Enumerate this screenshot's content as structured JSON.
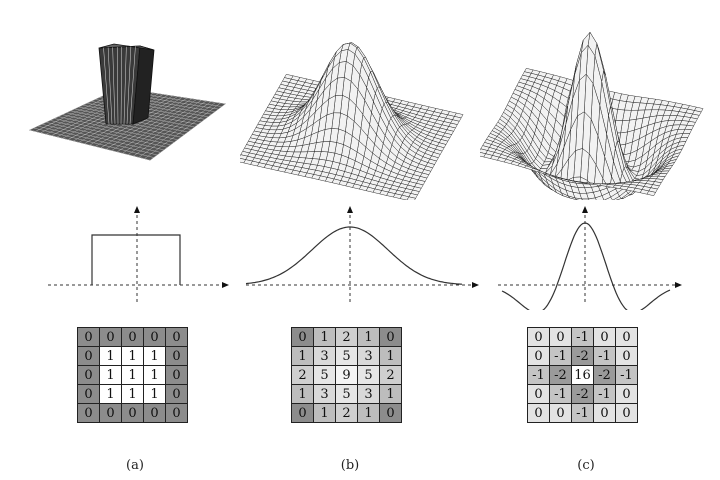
{
  "panels": [
    {
      "caption": "(a)",
      "kernel": [
        [
          0,
          0,
          0,
          0,
          0
        ],
        [
          0,
          1,
          1,
          1,
          0
        ],
        [
          0,
          1,
          1,
          1,
          0
        ],
        [
          0,
          1,
          1,
          1,
          0
        ],
        [
          0,
          0,
          0,
          0,
          0
        ]
      ],
      "cell_colors": [
        [
          "#8c8c8c",
          "#8c8c8c",
          "#8c8c8c",
          "#8c8c8c",
          "#8c8c8c"
        ],
        [
          "#8c8c8c",
          "#ffffff",
          "#ffffff",
          "#ffffff",
          "#8c8c8c"
        ],
        [
          "#8c8c8c",
          "#ffffff",
          "#ffffff",
          "#ffffff",
          "#8c8c8c"
        ],
        [
          "#8c8c8c",
          "#ffffff",
          "#ffffff",
          "#ffffff",
          "#8c8c8c"
        ],
        [
          "#8c8c8c",
          "#8c8c8c",
          "#8c8c8c",
          "#8c8c8c",
          "#8c8c8c"
        ]
      ]
    },
    {
      "caption": "(b)",
      "kernel": [
        [
          0,
          1,
          2,
          1,
          0
        ],
        [
          1,
          3,
          5,
          3,
          1
        ],
        [
          2,
          5,
          9,
          5,
          2
        ],
        [
          1,
          3,
          5,
          3,
          1
        ],
        [
          0,
          1,
          2,
          1,
          0
        ]
      ],
      "cell_colors": [
        [
          "#8c8c8c",
          "#bdbdbd",
          "#cfcfcf",
          "#bdbdbd",
          "#8c8c8c"
        ],
        [
          "#bdbdbd",
          "#d9d9d9",
          "#e6e6e6",
          "#d9d9d9",
          "#bdbdbd"
        ],
        [
          "#cfcfcf",
          "#e6e6e6",
          "#f4f4f4",
          "#e6e6e6",
          "#cfcfcf"
        ],
        [
          "#bdbdbd",
          "#d9d9d9",
          "#e6e6e6",
          "#d9d9d9",
          "#bdbdbd"
        ],
        [
          "#8c8c8c",
          "#bdbdbd",
          "#cfcfcf",
          "#bdbdbd",
          "#8c8c8c"
        ]
      ]
    },
    {
      "caption": "(c)",
      "kernel": [
        [
          0,
          0,
          -1,
          0,
          0
        ],
        [
          0,
          -1,
          -2,
          -1,
          0
        ],
        [
          -1,
          -2,
          16,
          -2,
          -1
        ],
        [
          0,
          -1,
          -2,
          -1,
          0
        ],
        [
          0,
          0,
          -1,
          0,
          0
        ]
      ],
      "cell_colors": [
        [
          "#e3e3e3",
          "#e3e3e3",
          "#c4c4c4",
          "#e3e3e3",
          "#e3e3e3"
        ],
        [
          "#e3e3e3",
          "#c4c4c4",
          "#9a9a9a",
          "#c4c4c4",
          "#e3e3e3"
        ],
        [
          "#c4c4c4",
          "#9a9a9a",
          "#ffffff",
          "#9a9a9a",
          "#c4c4c4"
        ],
        [
          "#e3e3e3",
          "#c4c4c4",
          "#9a9a9a",
          "#c4c4c4",
          "#e3e3e3"
        ],
        [
          "#e3e3e3",
          "#e3e3e3",
          "#c4c4c4",
          "#e3e3e3",
          "#e3e3e3"
        ]
      ]
    }
  ]
}
